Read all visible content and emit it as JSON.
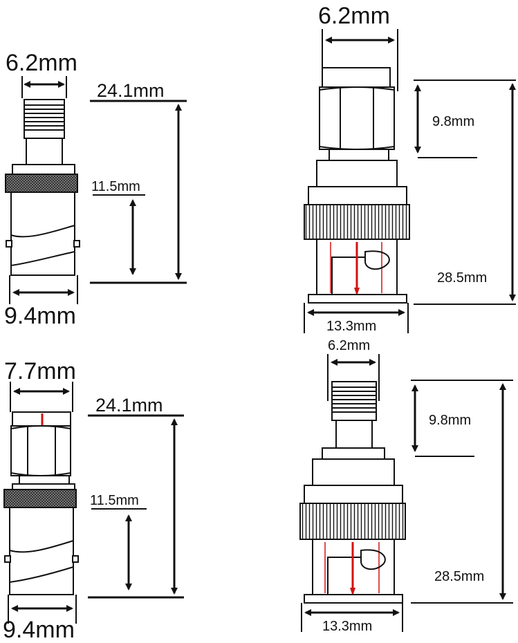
{
  "colors": {
    "line": "#111111",
    "accent_red": "#d21212",
    "knurl": "#555555",
    "background": "#ffffff"
  },
  "connectors": [
    {
      "id": "top-left",
      "top_width_label": "6.2mm",
      "length_label": "24.1mm",
      "body_label": "11.5mm",
      "bottom_width_label": "9.4mm"
    },
    {
      "id": "top-right",
      "top_width_label": "6.2mm",
      "head_label": "9.8mm",
      "length_label": "28.5mm",
      "bottom_width_label": "13.3mm"
    },
    {
      "id": "bottom-left",
      "top_width_label": "7.7mm",
      "length_label": "24.1mm",
      "body_label": "11.5mm",
      "bottom_width_label": "9.4mm"
    },
    {
      "id": "bottom-right",
      "top_width_label": "6.2mm",
      "head_label": "9.8mm",
      "length_label": "28.5mm",
      "bottom_width_label": "13.3mm"
    }
  ]
}
